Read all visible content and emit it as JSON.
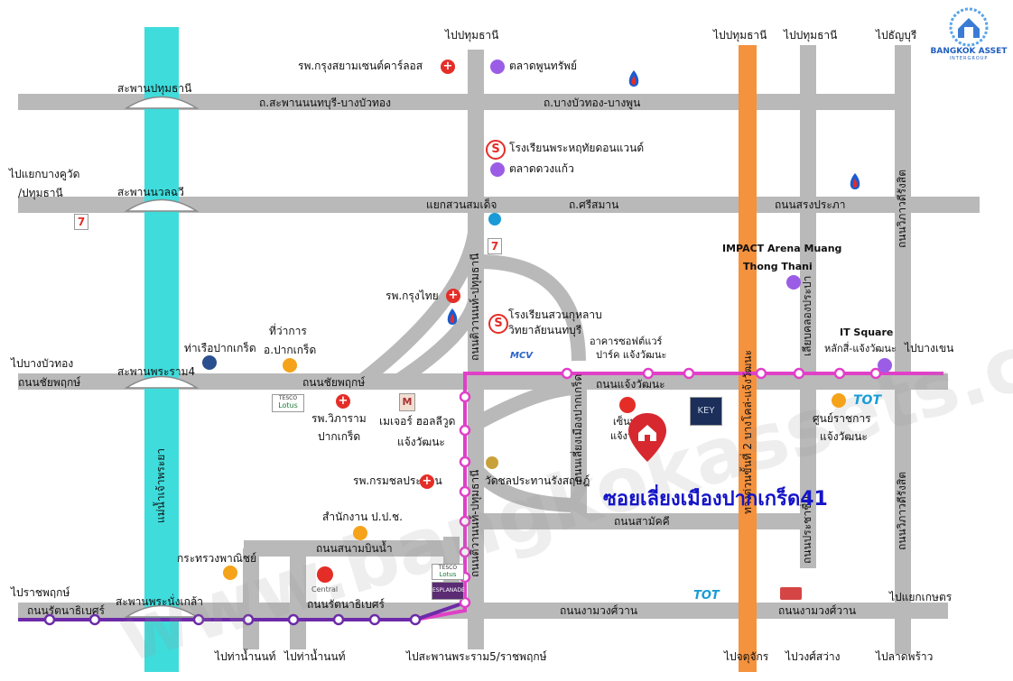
{
  "brand": {
    "line1": "BANGKOK ASSET",
    "line2": "INTERGROUP"
  },
  "watermark": "www.bangkokassets.com",
  "target": {
    "label": "ซอยเลี่ยงเมืองปากเกร็ด41"
  },
  "colors": {
    "road": "#b9b9b9",
    "expressway": "#f5923e",
    "river": "#3fdcdc",
    "pink_line": "#e040c8",
    "purple_line": "#6c2aa8",
    "title": "#1414c8"
  },
  "roads": {
    "sapan_pathum": "สะพานปทุมธานี",
    "sapan_nonthaburi_bangbuathong": "ถ.สะพานนนทบุรี-บางบัวทอง",
    "bangbuathong_bangphun": "ถ.บางบัวทอง-บางพูน",
    "sapan_nuanwi": "สะพานนวลฉวี",
    "si_saman": "ถ.ศรีสมาน",
    "song_prapha": "ถนนสรงประภา",
    "chaiyaphruek": "ถนนชัยพฤกษ์",
    "chaeng_wattana": "ถนนแจ้งวัฒนะ",
    "sammakhi": "ถนนสามัคคี",
    "sanam_bin_nam": "ถนนสนามบินน้ำ",
    "rattanathibet": "ถนนรัตนาธิเบศร์",
    "ngamwongwan": "ถนนงามวงศ์วาน",
    "ngamwongwan_right": "ถนนงามวงศ์วาน",
    "tiwanon": "ถนนติวานนท์-ปทุมธานี",
    "tiwanon_lower": "ถนนติวานนท์-ปทุมธานี",
    "chaeng_wattana_exp": "ทางด่วนขั้นที่ 2 บางโคล่-แจ้งวัฒนะ",
    "bypass_pakkret": "ถนนเลี่ยงเมืองปากเกร็ด",
    "wiphawadi_upper": "ถนนวิภาวดีรังสิต",
    "wiphawadi_lower": "ถนนวิภาวดีรังสิต",
    "khlong_prapa": "เลียบคลองประปา",
    "prachachuen": "ถนนประชาชื่น",
    "sapan_phra_ram4": "สะพานพระราม4",
    "sapan_phra_nangklao": "สะพานพระนั่งเกล้า",
    "chaiyaphruek_left": "ถนนชัยพฤกษ์",
    "rattanathibet_left": "ถนนรัตนาธิเบศร์",
    "chao_phraya": "แม่น้ำเจ้าพระยา",
    "yaek_suan_somdet": "แยกสวนสมเด็จ"
  },
  "directions": {
    "to_pathum1": "ไปปทุมธานี",
    "to_pathum2": "ไปปทุมธานี",
    "to_pathum3": "ไปปทุมธานี",
    "to_thanyaburi": "ไปธัญบุรี",
    "to_yaek_bangkhuat": "ไปแยกบางคูวัด",
    "to_pathum4": "/ปทุมธานี",
    "to_bangbuathong": "ไปบางบัวทอง",
    "to_bangkhen": "ไปบางเขน",
    "to_ratchaphruek": "ไปราชพฤกษ์",
    "to_yaek_kaset": "ไปแยกเกษตร",
    "to_tha_nam_non1": "ไปท่าน้ำนนท์",
    "to_tha_nam_non2": "ไปท่าน้ำนนท์",
    "to_sapan_rama5": "ไปสะพานพระราม5/ราชพฤกษ์",
    "to_chatuchak": "ไปจตุจักร",
    "to_wongsawang": "ไปวงศ์สว่าง",
    "to_ladprao": "ไปลาดพร้าว"
  },
  "places": {
    "krungsiam_hospital": "รพ.กรุงสยามเซนต์คาร์ลอส",
    "talat_phun_sap": "ตลาดพูนทรัพย์",
    "school_prahruthai": "โรงเรียนพระหฤทัยดอนแวนด์",
    "talat_duangkaew": "ตลาดดวงแก้ว",
    "krungthai_hospital": "รพ.กรุงไทย",
    "school_suan_kulab": "โรงเรียนสวนกุหลาบ",
    "school_suan_kulab2": "วิทยาลัยนนทบุรี",
    "district_office1": "ที่ว่าการ",
    "district_office2": "อ.ปากเกร็ด",
    "pakkret_pier": "ท่าเรือปากเกร็ด",
    "hospital_wiphaaram1": "รพ.วิภาราม",
    "hospital_wiphaaram2": "ปากเกร็ด",
    "major1": "เมเจอร์ ฮอลลีวูด",
    "major2": "แจ้งวัฒนะ",
    "irrigation_hospital": "รพ.กรมชลประทาน",
    "wat_chonprathan": "วัดชลประทานรังสฤษฎ์",
    "office_pps1": "สำนักงาน ป.ป.ช.",
    "ministry_commerce": "กระทรวงพาณิชย์",
    "impact1": "IMPACT Arena Muang",
    "impact2": "Thong Thani",
    "it_square1": "IT Square",
    "it_square2": "หลักสี่-แจ้งวัฒนะ",
    "gov_center1": "ศูนย์ราชการ",
    "gov_center2": "แจ้งวัฒนะ",
    "chaeng_apartment1": "อาคารซอฟต์แวร์",
    "chaeng_apartment2": "ปาร์ค แจ้งวัฒนะ",
    "central1": "เซ็นทรัล",
    "central2": "แจ้งวั"
  },
  "logos": {
    "tesco": "TESCO",
    "lotus": "Lotus",
    "key": "KEY",
    "tot": "TOT",
    "central": "Central",
    "esplanade": "ESPLANADE",
    "mcv": "MCV"
  },
  "icons": {
    "hospital": "hospital-cross-icon",
    "market": "purple-dot-icon",
    "landmark": "orange-dot-icon",
    "gas": "ptt-icon",
    "school": "school-s-icon",
    "pin": "home-pin-icon",
    "seven": "seven-eleven-icon"
  }
}
